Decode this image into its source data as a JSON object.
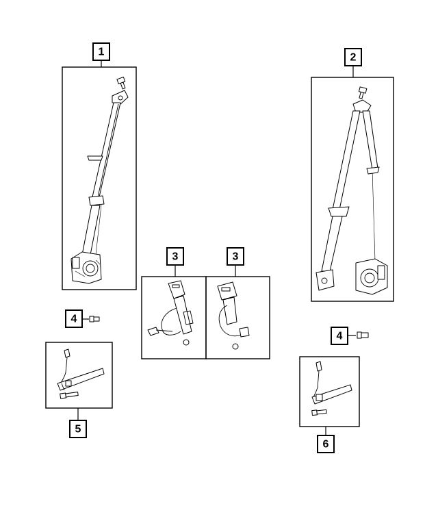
{
  "callouts": {
    "c1": "1",
    "c2": "2",
    "c3a": "3",
    "c3b": "3",
    "c4a": "4",
    "c4b": "4",
    "c5": "5",
    "c6": "6"
  }
}
